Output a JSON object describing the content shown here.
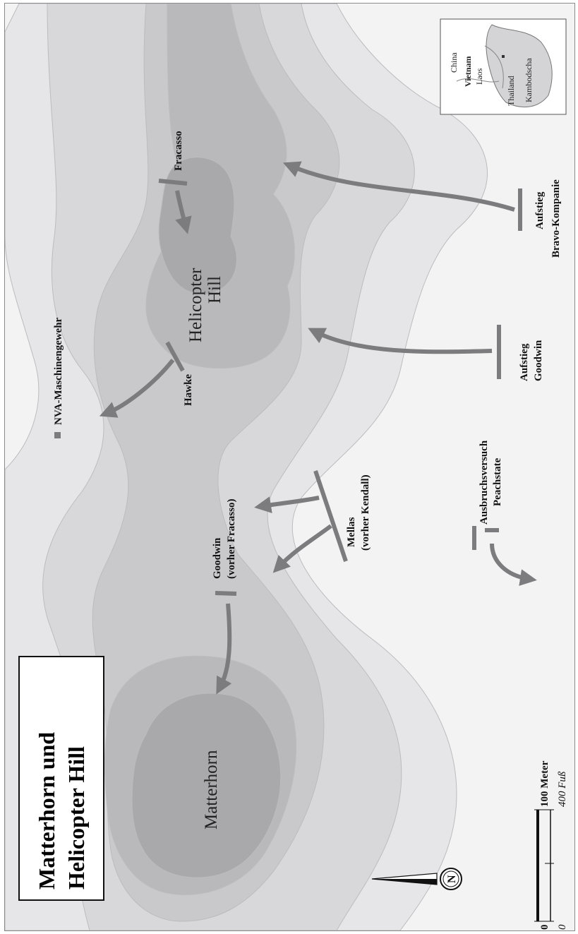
{
  "title": {
    "line1": "Matterhorn und",
    "line2": "Helicopter Hill"
  },
  "terrain": {
    "matterhorn": "Matterhorn",
    "helicopter_hill_line1": "Helicopter",
    "helicopter_hill_line2": "Hill"
  },
  "units": {
    "fracasso": "Fracasso",
    "hawke": "Hawke",
    "nva": "NVA-Maschinengewehr",
    "goodwin_line1": "Goodwin",
    "goodwin_line2": "(vorher Fracasso)",
    "mellas_line1": "Mellas",
    "mellas_line2": "(vorher Kendall)",
    "aufstieg_goodwin_line1": "Aufstieg",
    "aufstieg_goodwin_line2": "Goodwin",
    "aufstieg_bravo_line1": "Aufstieg",
    "aufstieg_bravo_line2": "Bravo-Kompanie",
    "ausbruch_line1": "Ausbruchsversuch",
    "ausbruch_line2": "Peachstate"
  },
  "inset": {
    "china": "China",
    "vietnam": "Vietnam",
    "laos": "Laos",
    "thailand": "Thailand",
    "kambodscha": "Kambodscha"
  },
  "scale": {
    "meter_label": "100 Meter",
    "feet_label": "400 Fuß",
    "zero_m": "0",
    "zero_ft": "0"
  },
  "compass": {
    "letter": "N"
  },
  "colors": {
    "background": "#f3f3f4",
    "contour_1": "#e6e6e8",
    "contour_2": "#d8d8da",
    "contour_3": "#c9c9cb",
    "contour_4": "#b9b9bb",
    "contour_5": "#a9a9ab",
    "arrow": "#7c7c7e",
    "text": "#111111"
  }
}
